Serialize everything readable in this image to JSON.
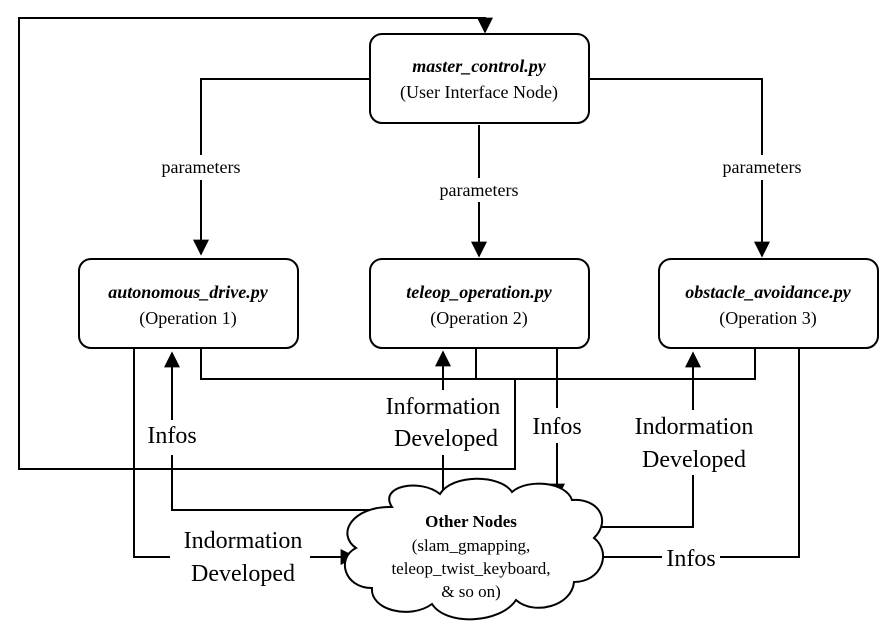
{
  "nodes": {
    "master": {
      "title": "master_control.py",
      "subtitle": "(User Interface Node)"
    },
    "op1": {
      "title": "autonomous_drive.py",
      "subtitle": "(Operation 1)"
    },
    "op2": {
      "title": "teleop_operation.py",
      "subtitle": "(Operation 2)"
    },
    "op3": {
      "title": "obstacle_avoidance.py",
      "subtitle": "(Operation 3)"
    },
    "other": {
      "title": "Other Nodes",
      "lines": [
        "(slam_gmapping,",
        "teleop_twist_keyboard,",
        "& so on)"
      ]
    }
  },
  "labels": {
    "parameters_left": "parameters",
    "parameters_mid": "parameters",
    "parameters_right": "parameters",
    "infos_left": "Infos",
    "info_developed_mid": [
      "Information",
      "Developed"
    ],
    "infos_mid": "Infos",
    "info_developed_right": [
      "Indormation",
      "Developed"
    ],
    "info_developed_bottom": [
      "Indormation",
      "Developed"
    ],
    "infos_bottom_right": "Infos"
  }
}
